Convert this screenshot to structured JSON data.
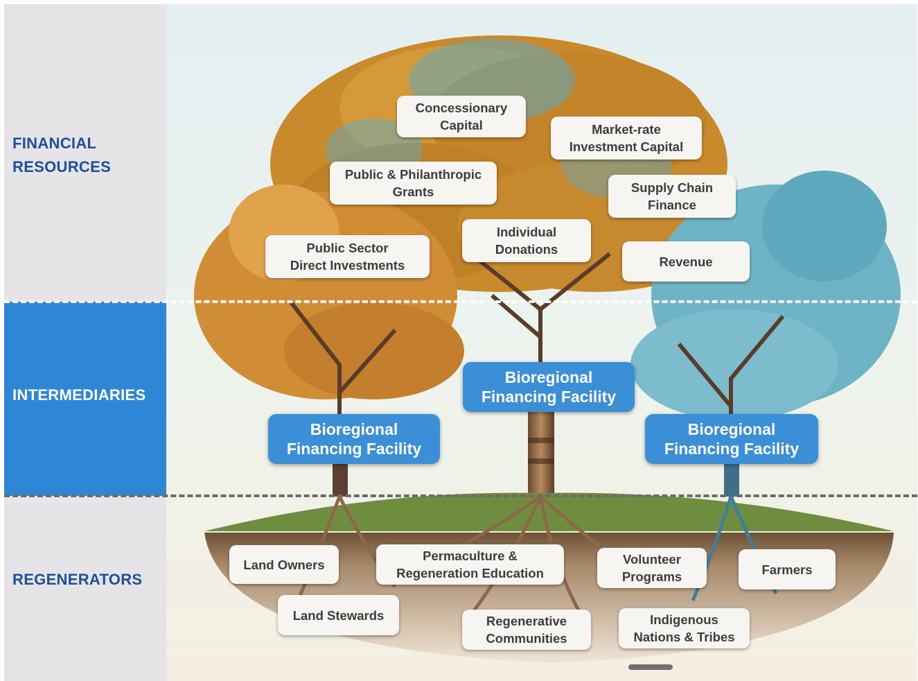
{
  "colors": {
    "left_panel_gray": "#e6e4e6",
    "left_panel_blue": "#2f86d6",
    "label_blue": "#1d4f9a",
    "label_white": "#ffffff",
    "facility_blue": "#3a8fd6",
    "pill_bg": "#f6f5f2",
    "divider_white": "#ffffff",
    "divider_gray": "#6b6b6b",
    "sky": "#e6f1f3",
    "ground_soil": "#8a6a4a",
    "foliage_orange": "#c98a2c",
    "foliage_blue": "#5fa9bf"
  },
  "bands": {
    "financial": {
      "label": "FINANCIAL\nRESOURCES"
    },
    "intermediaries": {
      "label": "INTERMEDIARIES"
    },
    "regenerators": {
      "label": "REGENERATORS"
    }
  },
  "financial_resources": [
    {
      "id": "concessionary",
      "label": "Concessionary\nCapital"
    },
    {
      "id": "market_rate",
      "label": "Market-rate\nInvestment Capital"
    },
    {
      "id": "public_philanthropic",
      "label": "Public & Philanthropic\nGrants"
    },
    {
      "id": "supply_chain",
      "label": "Supply Chain\nFinance"
    },
    {
      "id": "individual",
      "label": "Individual\nDonations"
    },
    {
      "id": "public_sector",
      "label": "Public Sector\nDirect Investments"
    },
    {
      "id": "revenue",
      "label": "Revenue"
    }
  ],
  "intermediaries": [
    {
      "id": "bff_left",
      "label": "Bioregional\nFinancing Facility"
    },
    {
      "id": "bff_center",
      "label": "Bioregional\nFinancing Facility"
    },
    {
      "id": "bff_right",
      "label": "Bioregional\nFinancing Facility"
    }
  ],
  "regenerators": [
    {
      "id": "land_owners",
      "label": "Land Owners"
    },
    {
      "id": "permaculture",
      "label": "Permaculture &\nRegeneration Education"
    },
    {
      "id": "volunteer",
      "label": "Volunteer\nPrograms"
    },
    {
      "id": "farmers",
      "label": "Farmers"
    },
    {
      "id": "land_stewards",
      "label": "Land Stewards"
    },
    {
      "id": "regen_communities",
      "label": "Regenerative\nCommunities"
    },
    {
      "id": "indigenous",
      "label": "Indigenous\nNations & Tribes"
    }
  ]
}
